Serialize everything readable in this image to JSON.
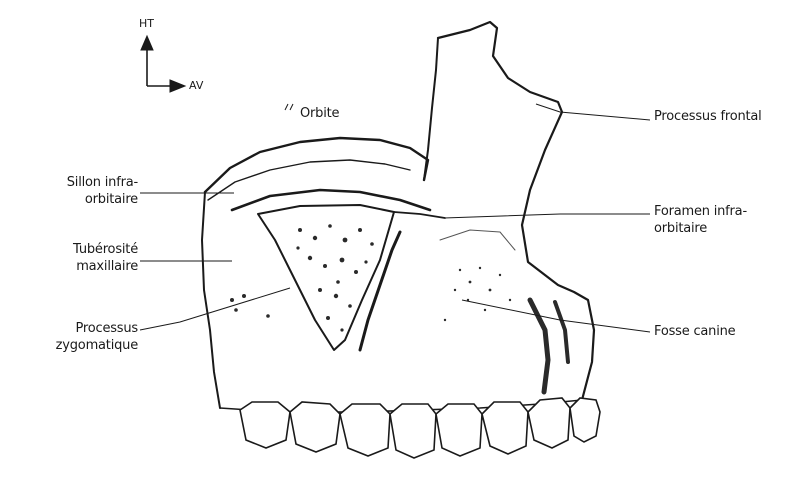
{
  "orientation": {
    "up": "HT",
    "forward": "AV"
  },
  "labels": {
    "orbite": "Orbite",
    "processus_frontal": "Processus frontal",
    "sillon_infraorbitaire": [
      "Sillon infra-",
      "orbitaire"
    ],
    "foramen_infraorbitaire": [
      "Foramen infra-",
      "orbitaire"
    ],
    "tuberosite_maxillaire": [
      "Tubérosité",
      "maxillaire"
    ],
    "processus_zygomatique": [
      "Processus",
      "zygomatique"
    ],
    "fosse_canine": "Fosse canine"
  },
  "colors": {
    "ink": "#1a1a1a",
    "background": "#ffffff",
    "shade": "#6b6b6b"
  }
}
